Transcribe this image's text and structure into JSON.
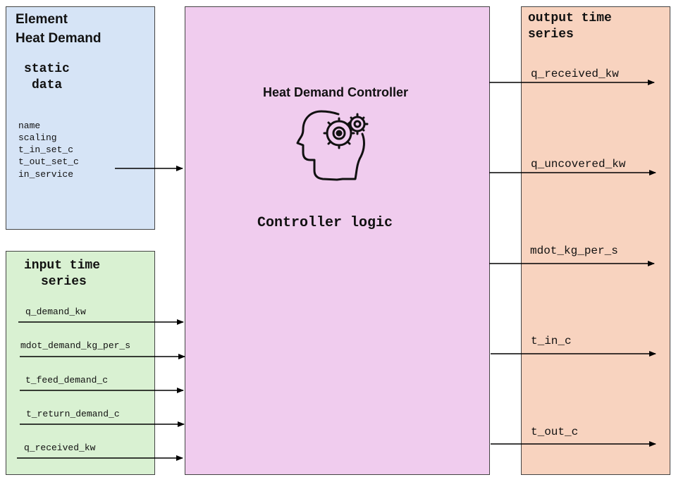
{
  "static_panel": {
    "title_line1": "Element",
    "title_line2": "Heat Demand",
    "heading_line1": "static",
    "heading_line2": "data",
    "fields": [
      "name",
      "scaling",
      "t_in_set_c",
      "t_out_set_c",
      "in_service"
    ]
  },
  "input_panel": {
    "heading_line1": "input time",
    "heading_line2": "series",
    "signals": [
      "q_demand_kw",
      "mdot_demand_kg_per_s",
      "t_feed_demand_c",
      "t_return_demand_c",
      "q_received_kw"
    ]
  },
  "controller": {
    "title": "Heat Demand Controller",
    "logic_label": "Controller logic",
    "icon": "head-with-gears-icon"
  },
  "output_panel": {
    "heading_line1": "output time",
    "heading_line2": "series",
    "signals": [
      "q_received_kw",
      "q_uncovered_kw",
      "mdot_kg_per_s",
      "t_in_c",
      "t_out_c"
    ]
  }
}
